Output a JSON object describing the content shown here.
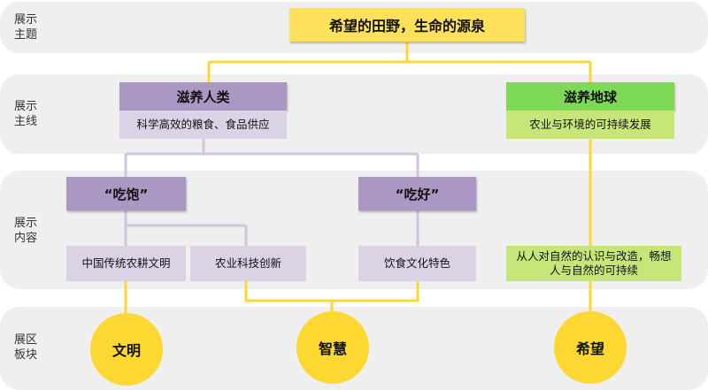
{
  "bands": [
    {
      "label": "展示\n主题"
    },
    {
      "label": "展示\n主线"
    },
    {
      "label": "展示\n内容"
    },
    {
      "label": "展区\n板块"
    }
  ],
  "theme": "希望的田野，生命的源泉",
  "mainlines": {
    "left": {
      "title": "滋养人类",
      "sub": "科学高效的粮食、食品供应"
    },
    "right": {
      "title": "滋养地球",
      "sub": "农业与环境的可持续发展"
    }
  },
  "content": {
    "eat_full": "“吃饱”",
    "eat_well": "“吃好”",
    "item1": "中国传统农耕文明",
    "item2": "农业科技创新",
    "item3": "饮食文化特色",
    "item4": "从人对自然的认识与改造，畅想人与自然的可持续"
  },
  "sections": [
    "文明",
    "智慧",
    "希望"
  ],
  "colors": {
    "band": "#efefef",
    "theme": "#fde15a",
    "purple": "#aa97c4",
    "purple_light": "#dcd2e6",
    "green": "#7ed957",
    "green_light": "#c6e67a",
    "circle": "#fdd833",
    "line_yellow": "#fdd833",
    "line_purple": "#cfc6de"
  }
}
